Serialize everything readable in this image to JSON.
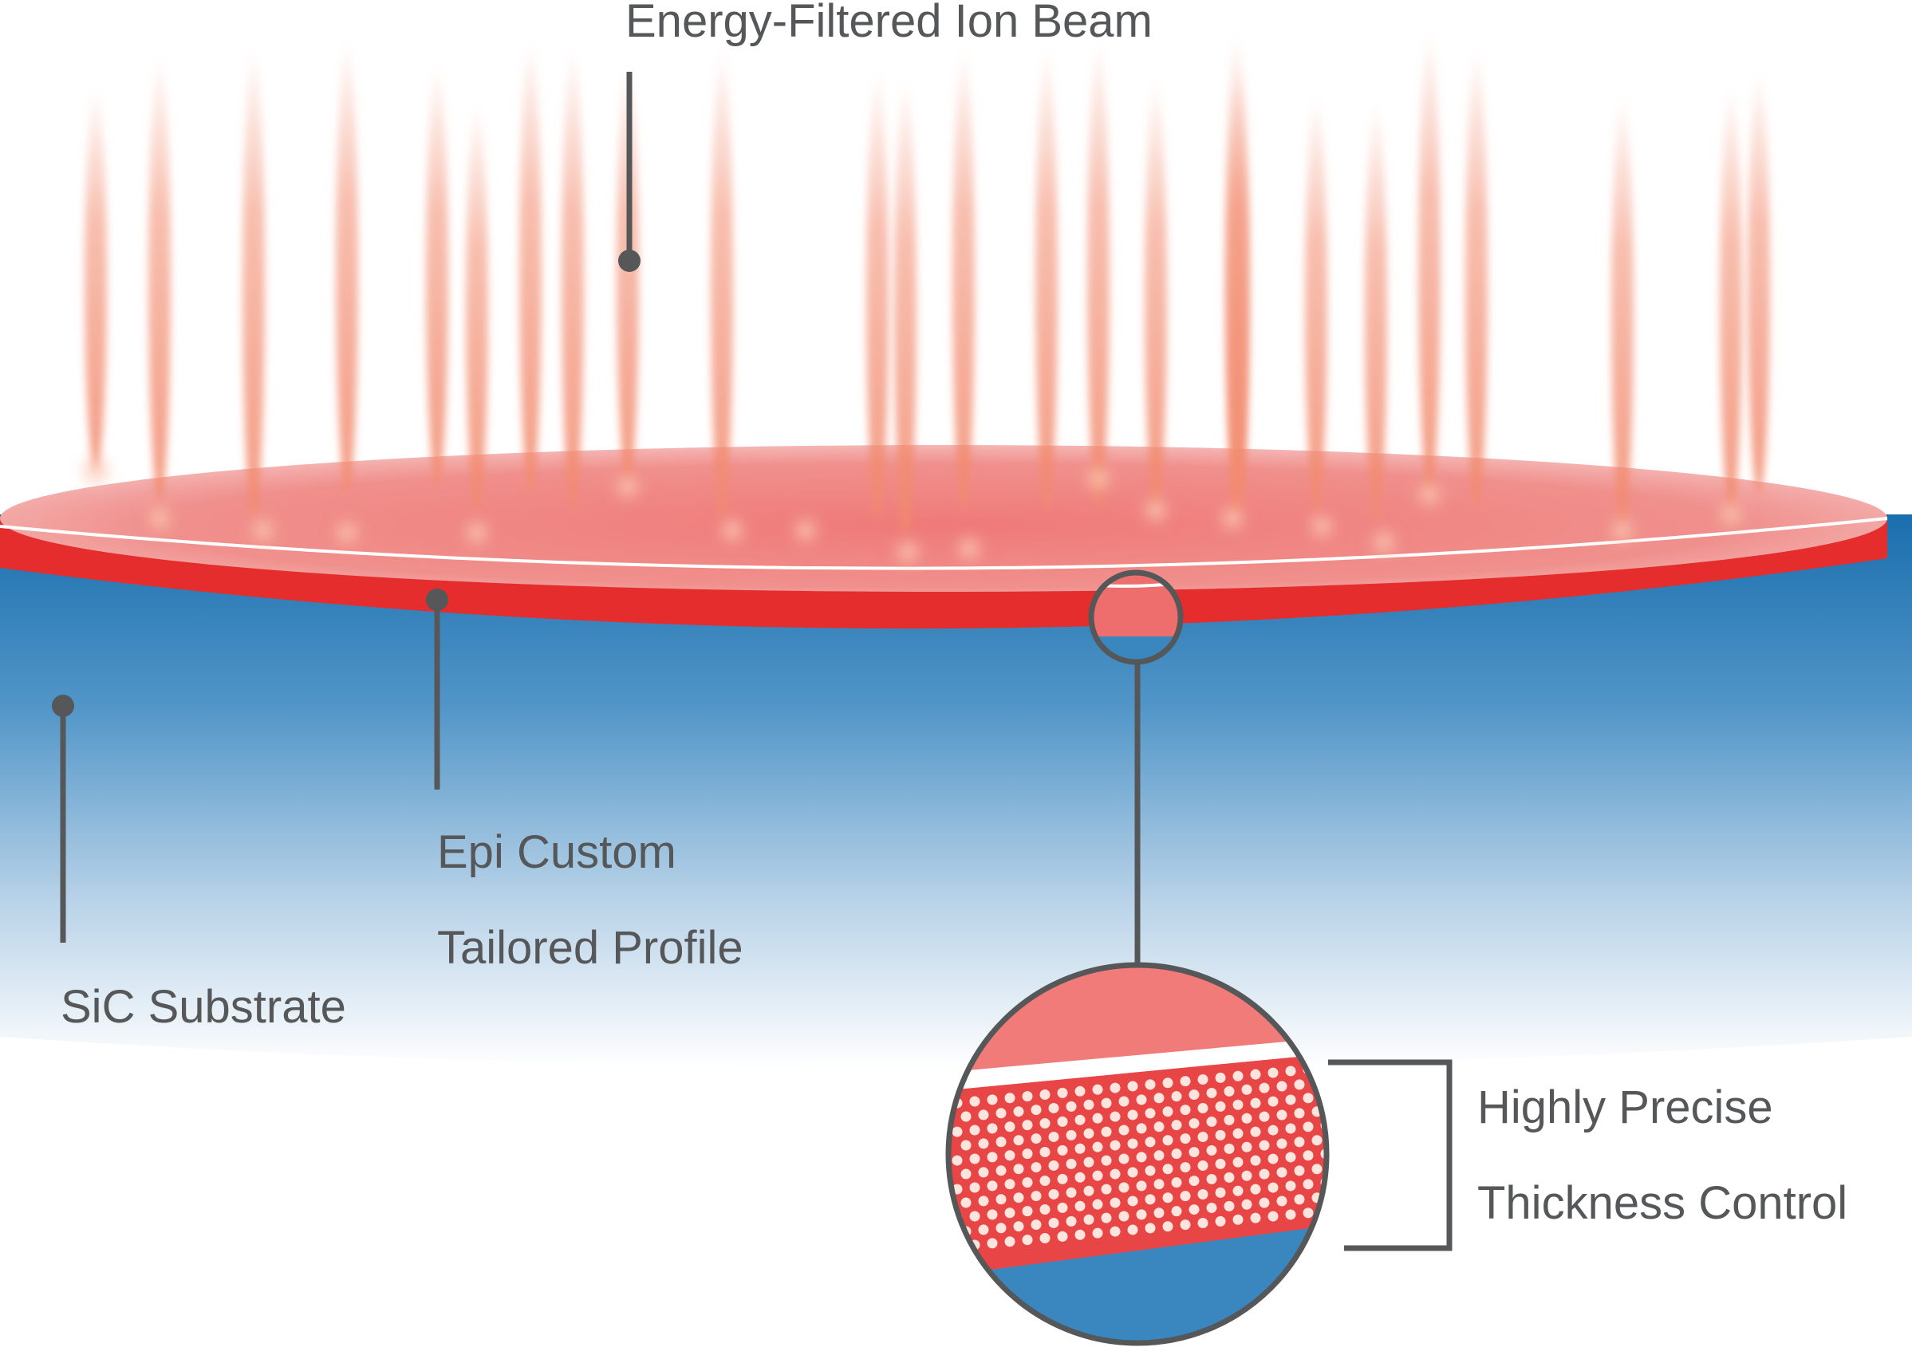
{
  "labels": {
    "ion_beam": "Energy-Filtered Ion Beam",
    "epi_line1": "Epi Custom",
    "epi_line2": "Tailored Profile",
    "substrate": "SiC Substrate",
    "precise_line1": "Highly Precise",
    "precise_line2": "Thickness Control"
  },
  "colors": {
    "epi_layer": "#e52d2d",
    "epi_light": "#f07b79",
    "substrate_top": "#1a6eae",
    "substrate_mid": "#4a96c8",
    "callout_line": "#555759",
    "beam": "#f28b6e",
    "zoom_blue": "#3a86bf"
  }
}
